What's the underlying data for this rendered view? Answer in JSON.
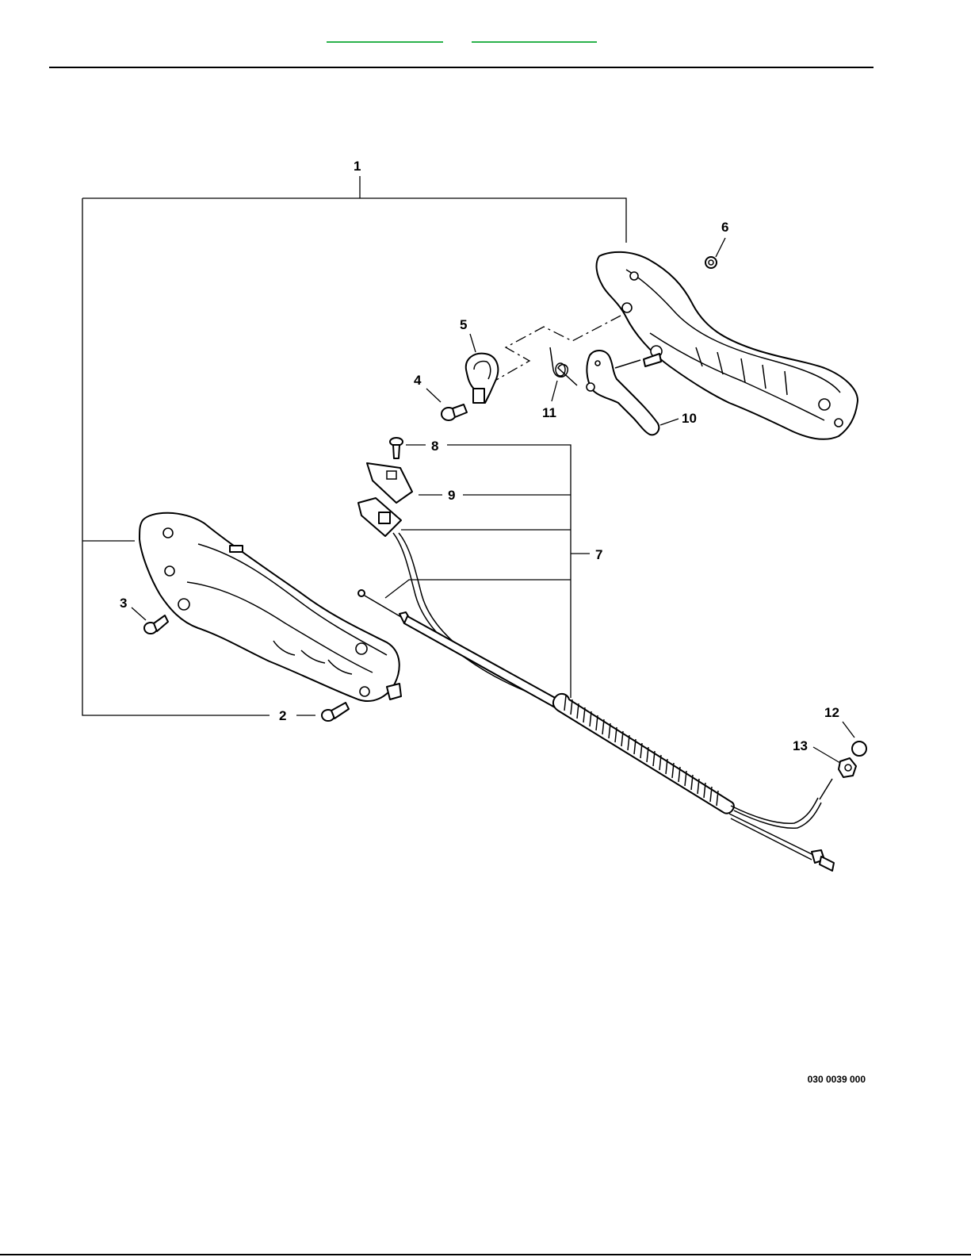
{
  "header": {
    "links": [
      {
        "label": ""
      },
      {
        "label": ""
      }
    ]
  },
  "diagram": {
    "callouts": [
      "1",
      "2",
      "3",
      "4",
      "5",
      "6",
      "7",
      "8",
      "9",
      "10",
      "11",
      "12",
      "13"
    ]
  },
  "footer": {
    "document_number": "030 0039 000"
  },
  "colors": {
    "link_underline": "#2bb24c",
    "line_art": "#000000",
    "background": "#ffffff"
  }
}
